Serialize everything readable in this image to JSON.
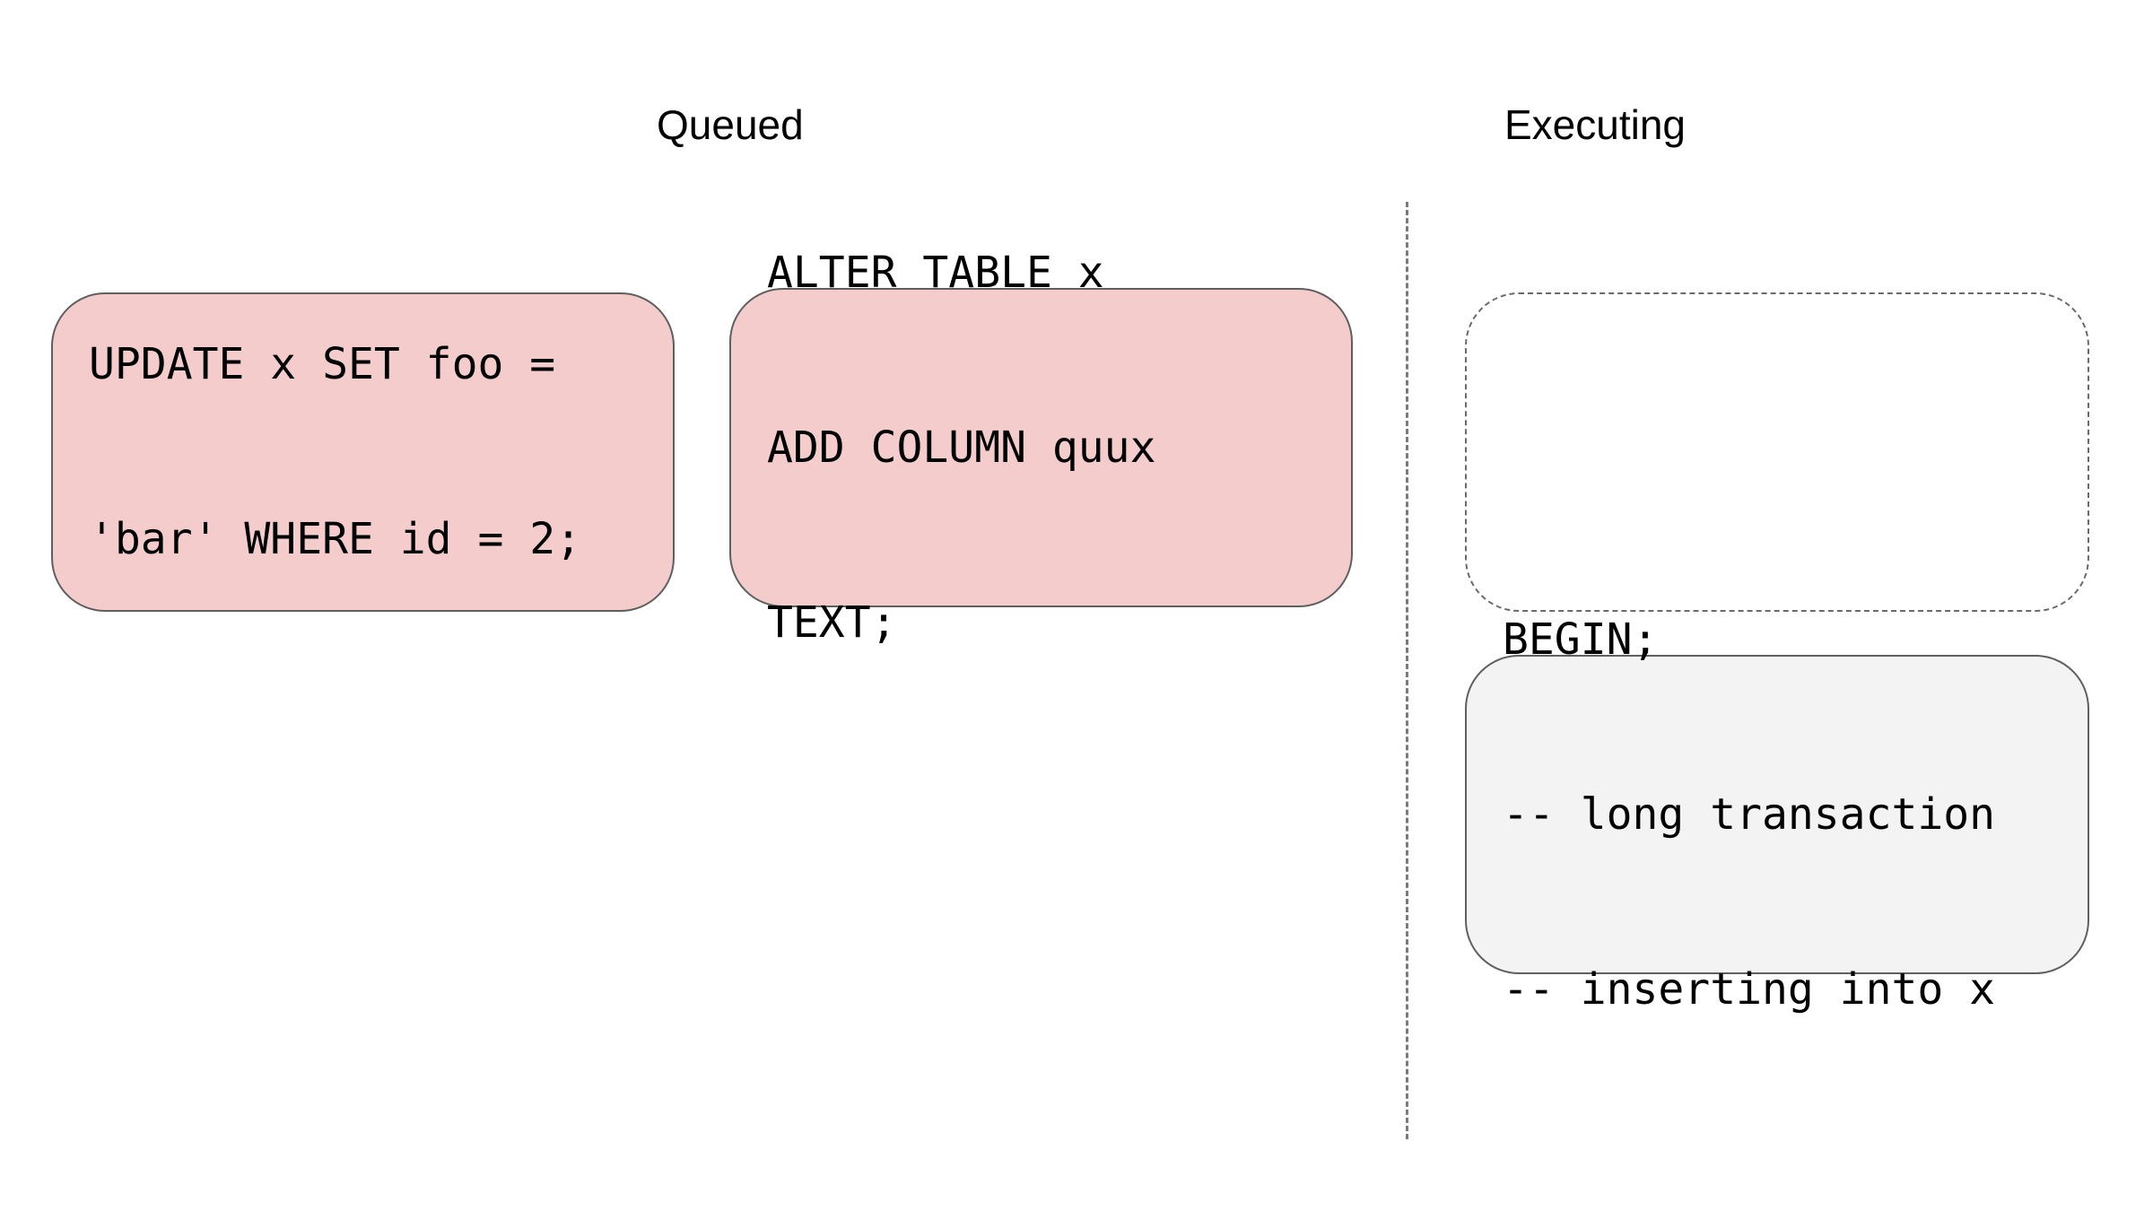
{
  "columns": {
    "queued": {
      "heading": "Queued"
    },
    "executing": {
      "heading": "Executing"
    }
  },
  "queued_items": [
    {
      "lines": [
        "UPDATE x SET foo =",
        "'bar' WHERE id = 2;"
      ]
    },
    {
      "lines": [
        "ALTER TABLE x",
        "ADD COLUMN quux",
        "TEXT;"
      ]
    }
  ],
  "executing_items": [
    {
      "lines": [
        "BEGIN;",
        "-- long transaction",
        "-- inserting into x"
      ]
    }
  ],
  "colors": {
    "queued_fill": "#f4cccc",
    "executing_fill": "#f3f3f3",
    "border": "#5f5f5f",
    "divider": "#7a7a7a"
  }
}
